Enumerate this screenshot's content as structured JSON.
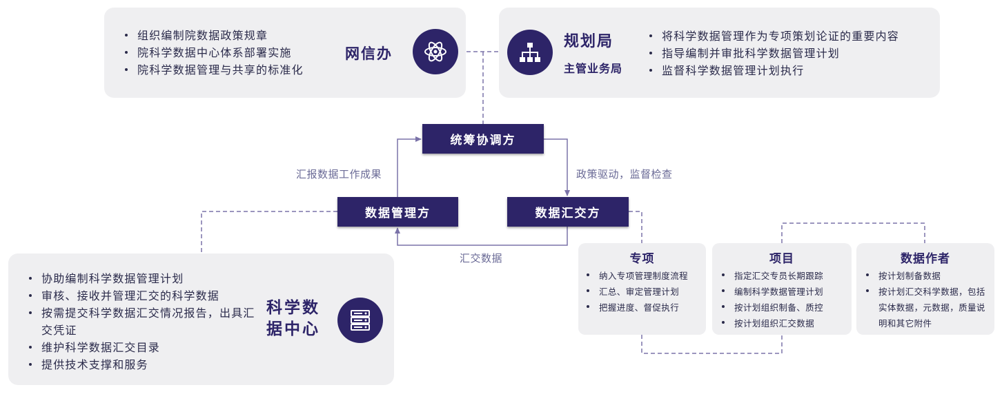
{
  "colors": {
    "accent": "#2d2468",
    "panel": "#efeff1",
    "connector": "#7a72a8",
    "flow_label": "#6a6a96"
  },
  "wangxinban": {
    "title": "网信办",
    "icon": "atom-icon",
    "items": [
      "组织编制院数据政策规章",
      "院科学数据中心体系部署实施",
      "院科学数据管理与共享的标准化"
    ]
  },
  "guihuaju": {
    "title": "规划局",
    "subtitle": "主管业务局",
    "icon": "org-chart-icon",
    "items": [
      "将科学数据管理作为专项策划论证的重要内容",
      "指导编制并审批科学数据管理计划",
      "监督科学数据管理计划执行"
    ]
  },
  "data_center": {
    "title_line1": "科学数",
    "title_line2": "据中心",
    "icon": "server-icon",
    "items": [
      "协助编制科学数据管理计划",
      "审核、接收并管理汇交的科学数据",
      "按需提交科学数据汇交情况报告，出具汇交凭证",
      "维护科学数据汇交目录",
      "提供技术支撑和服务"
    ]
  },
  "nodes": {
    "coordinator": "统筹协调方",
    "manager": "数据管理方",
    "submitter": "数据汇交方"
  },
  "flows": {
    "report": "汇报数据工作成果",
    "policy": "政策驱动，监督检查",
    "submit": "汇交数据"
  },
  "submitters": [
    {
      "title": "专项",
      "items": [
        "纳入专项管理制度流程",
        "汇总、审定管理计划",
        "把握进度、督促执行"
      ]
    },
    {
      "title": "项目",
      "items": [
        "指定汇交专员长期跟踪",
        "编制科学数据管理计划",
        "按计划组织制备、质控",
        "按计划组织汇交数据"
      ]
    },
    {
      "title": "数据作者",
      "items": [
        "按计划制备数据",
        "按计划汇交科学数据，包括实体数据，元数据，质量说明和其它附件"
      ]
    }
  ]
}
